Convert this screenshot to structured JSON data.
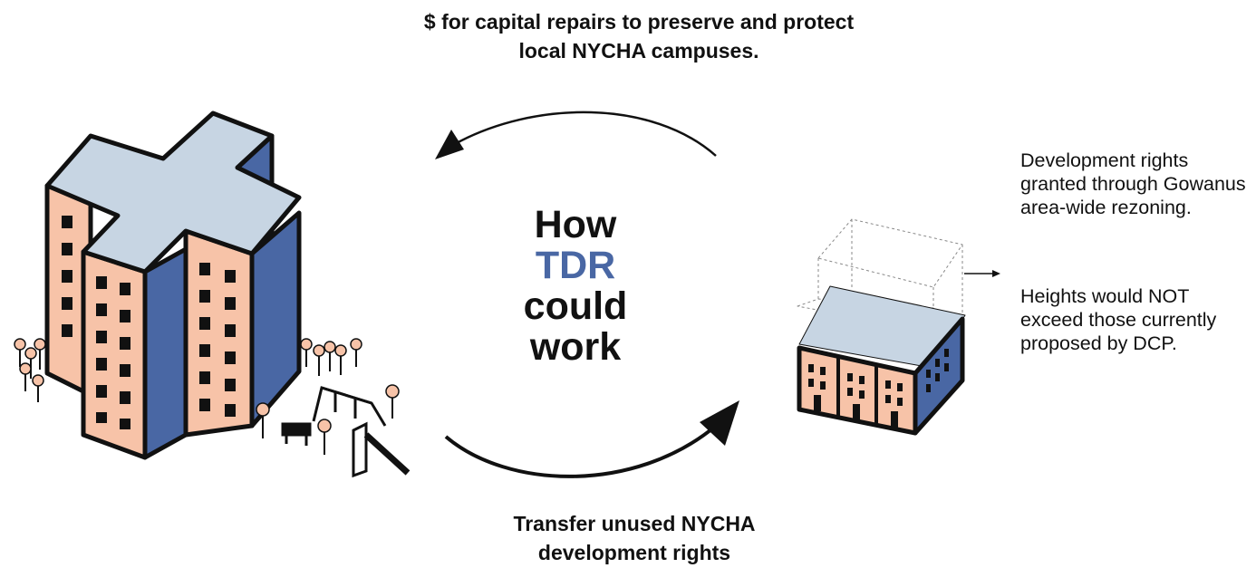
{
  "top_caption": {
    "line1": "$ for capital repairs to preserve and protect",
    "emphasis": "local",
    "line2_rest": " NYCHA campuses."
  },
  "center": {
    "line1": "How",
    "line2": "TDR",
    "line3": "could",
    "line4": "work"
  },
  "bottom_caption": {
    "line1": "Transfer unused NYCHA",
    "line2": "development rights"
  },
  "notes": {
    "development_rights": "Development rights granted through Gowanus area-wide rezoning.",
    "heights": "Heights would NOT exceed those currently proposed by DCP."
  },
  "colors": {
    "salmon": "#f7c3a8",
    "blue": "#4967a4",
    "roof": "#c7d5e3",
    "outline": "#111111"
  }
}
